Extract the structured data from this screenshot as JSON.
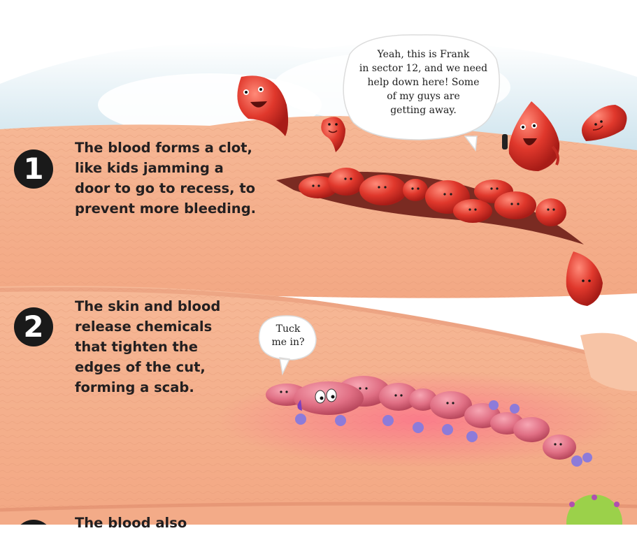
{
  "steps": [
    {
      "number": "1",
      "lines": [
        "The blood forms a clot,",
        "like kids jamming a",
        "door to go to recess, to",
        "prevent more bleeding."
      ]
    },
    {
      "number": "2",
      "lines": [
        "The skin and blood",
        "release chemicals",
        "that tighten the",
        "edges of the cut,",
        "forming a scab."
      ]
    },
    {
      "lines": [
        "The blood also"
      ]
    }
  ],
  "speech_bubbles": {
    "frank": [
      "Yeah, this is Frank",
      "in sector 12, and we need",
      "help down here! Some",
      "of my guys are",
      "getting away."
    ],
    "tuck": [
      "Tuck",
      "me in?"
    ]
  },
  "colors": {
    "skin": "#f4b08f",
    "skin_light": "#f8c6a8",
    "sky": "#cfe4ee",
    "blood_cell": "#d9342b",
    "scab": "#e57a8a",
    "badge": "#1a1a1a",
    "text": "#231f20"
  }
}
